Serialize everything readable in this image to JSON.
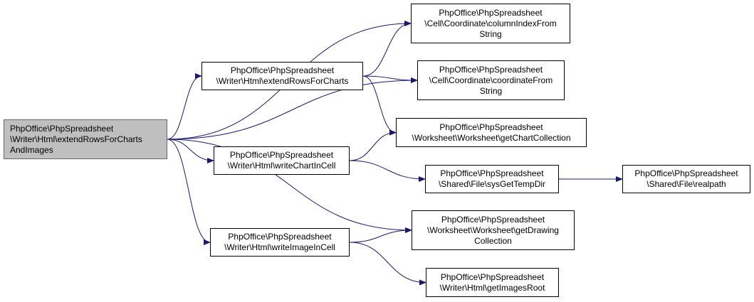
{
  "colors": {
    "edge": "#191970",
    "root_fill": "#bfbfbf",
    "root_border": "#666666",
    "node_border": "#000000"
  },
  "nodes": {
    "root": "PhpOffice\\PhpSpreadsheet\n\\Writer\\Html\\extendRowsForCharts\nAndImages",
    "extendRowsForCharts": "PhpOffice\\PhpSpreadsheet\n\\Writer\\Html\\extendRowsForCharts",
    "writeChartInCell": "PhpOffice\\PhpSpreadsheet\n\\Writer\\Html\\writeChartInCell",
    "writeImageInCell": "PhpOffice\\PhpSpreadsheet\n\\Writer\\Html\\writeImageInCell",
    "columnIndexFromString": "PhpOffice\\PhpSpreadsheet\n\\Cell\\Coordinate\\columnIndexFrom\nString",
    "coordinateFromString": "PhpOffice\\PhpSpreadsheet\n\\Cell\\Coordinate\\coordinateFrom\nString",
    "getChartCollection": "PhpOffice\\PhpSpreadsheet\n\\Worksheet\\Worksheet\\getChartCollection",
    "sysGetTempDir": "PhpOffice\\PhpSpreadsheet\n\\Shared\\File\\sysGetTempDir",
    "realpath": "PhpOffice\\PhpSpreadsheet\n\\Shared\\File\\realpath",
    "getDrawingCollection": "PhpOffice\\PhpSpreadsheet\n\\Worksheet\\Worksheet\\getDrawing\nCollection",
    "getImagesRoot": "PhpOffice\\PhpSpreadsheet\n\\Writer\\Html\\getImagesRoot"
  },
  "edges": [
    {
      "from": "root",
      "to": "columnIndexFromString"
    },
    {
      "from": "root",
      "to": "extendRowsForCharts"
    },
    {
      "from": "root",
      "to": "coordinateFromString"
    },
    {
      "from": "root",
      "to": "writeChartInCell"
    },
    {
      "from": "root",
      "to": "getDrawingCollection"
    },
    {
      "from": "root",
      "to": "writeImageInCell"
    },
    {
      "from": "extendRowsForCharts",
      "to": "columnIndexFromString"
    },
    {
      "from": "extendRowsForCharts",
      "to": "coordinateFromString"
    },
    {
      "from": "extendRowsForCharts",
      "to": "getChartCollection"
    },
    {
      "from": "writeChartInCell",
      "to": "getChartCollection"
    },
    {
      "from": "writeChartInCell",
      "to": "sysGetTempDir"
    },
    {
      "from": "sysGetTempDir",
      "to": "realpath"
    },
    {
      "from": "writeImageInCell",
      "to": "getDrawingCollection"
    },
    {
      "from": "writeImageInCell",
      "to": "getImagesRoot"
    }
  ]
}
